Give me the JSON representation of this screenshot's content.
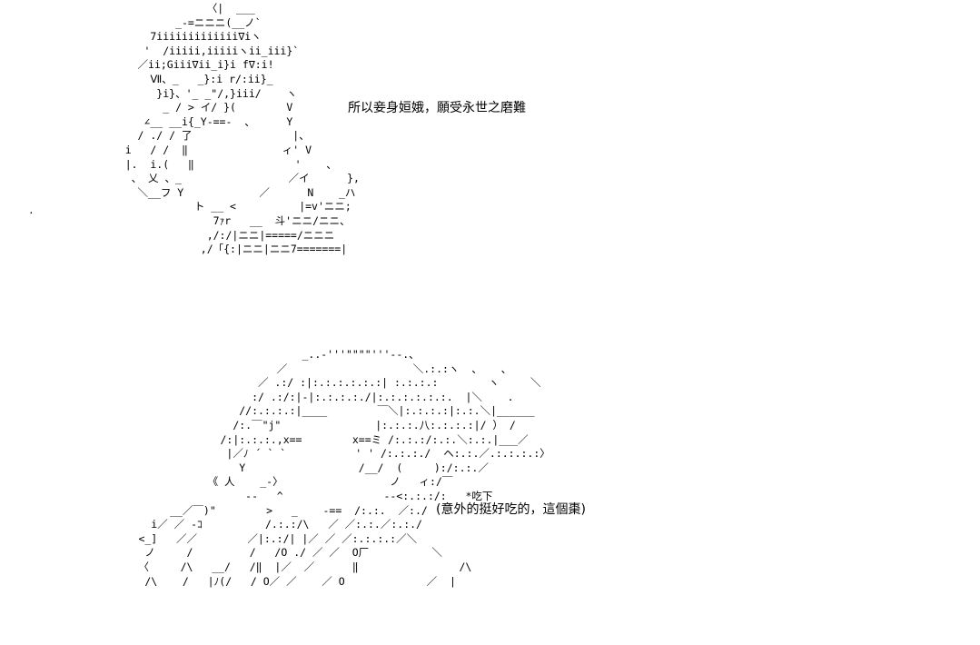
{
  "top_panel": {
    "ascii_art": [
      "                 〈|  ___",
      "            _-=ニニニ(__ノ`",
      "        7iiiiiiiiiiiii∇iヽ",
      "       '  /iiiii,iiiiiヽii_iii}`",
      "      ／ii;Giii∇ii_i}i f∇:i!",
      "        Ⅶ、_   _}:i r/:ii}_",
      "         }i}、'_ _\"/,}iii/    ヽ",
      "          _ / > イ/ }(        V",
      "       ∠__ __i{_Y-==-  、     Y",
      "      / ./ / 了                |、",
      "    i   / /  ‖               ィ' V",
      "    |.  i.(   ‖                '    、",
      "     、 乂 、_                 ／イ      },",
      "      ＼__フ Y            ／      N    _ハ",
      "               ト __ <          |=v'ニニ;",
      "                  7ｧr   __  斗'ニニ/ニニ、",
      "                 ,/:/|ニニ|=====/ニニニ",
      "                ,/「{:|ニニ|ニニ7=======|"
    ],
    "caption": "所以妾身姮娥，願受永世之磨難"
  },
  "bottom_panel": {
    "ascii_art": [
      "                                 _..-'''\"\"\"\"'''‐-.、",
      "                             ／                    ＼.:.:ヽ  、   、",
      "                          ／ .:/ :|:.:.:.:.:.:| :.:.:.:        ヽ     ＼",
      "                         :/ .:/:|-|:.:.:.:./|:.:.:.:.:.:.  |＼    .",
      "                       //:.:.:.:|____        ￣＼|:.:.:.:|:.:.＼|______",
      "                      /:.￣\"j\"               |:.:.:.八:.:.:.:|/ ） /",
      "                    /:|:.:.:.,x==        x==ミ /:.:.:/:.:.＼:.:.|___／",
      "                     |／ﾉ ´ ` `           ' ' /:.:.:./  ヘ:.:.／.:.:.:.:〉",
      "                       Y                  /__/  (     ):/:.:.／",
      "                  《 人    _-〉                 ノ   ィ:/￣",
      "                        --   ^                --<:.:.:/:   *吃下",
      "            __／￣)\"        >   _    -==  /:.:.  ／:./",
      "         i／ ／ -ｺ          /.:.:/\\   ／ ／:.:.／:.:./",
      "       <_]   ／／        ／|:.:/| |／ ／ ／:.:.:.:／＼",
      "        ノ     /         /   /O ./ ／ ／  O厂          ＼",
      "       〈     /\\   __/   /‖  |／  ／      ‖                /\\",
      "        /\\    /   |ﾉ(/   / O／ ／    ／ O             ／  |"
    ],
    "caption": "(意外的挺好吃的，這個棗)"
  },
  "stray_mark": "."
}
